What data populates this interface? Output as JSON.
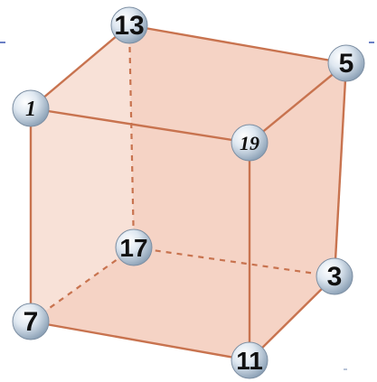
{
  "diagram": {
    "type": "cube-vertex-labels",
    "colors": {
      "face_fill": "#f2c9b6",
      "edge": "#c8734f",
      "ball_light": "#f4f8fc",
      "ball_dark": "#8ea3b8",
      "label": "#111111"
    },
    "vertices": {
      "back_top_left": "13",
      "back_top_right": "5",
      "front_top_left": "1",
      "front_top_right": "19",
      "back_bottom_left": "17",
      "back_bottom_right": "3",
      "front_bottom_left": "7",
      "front_bottom_right": "11"
    }
  }
}
